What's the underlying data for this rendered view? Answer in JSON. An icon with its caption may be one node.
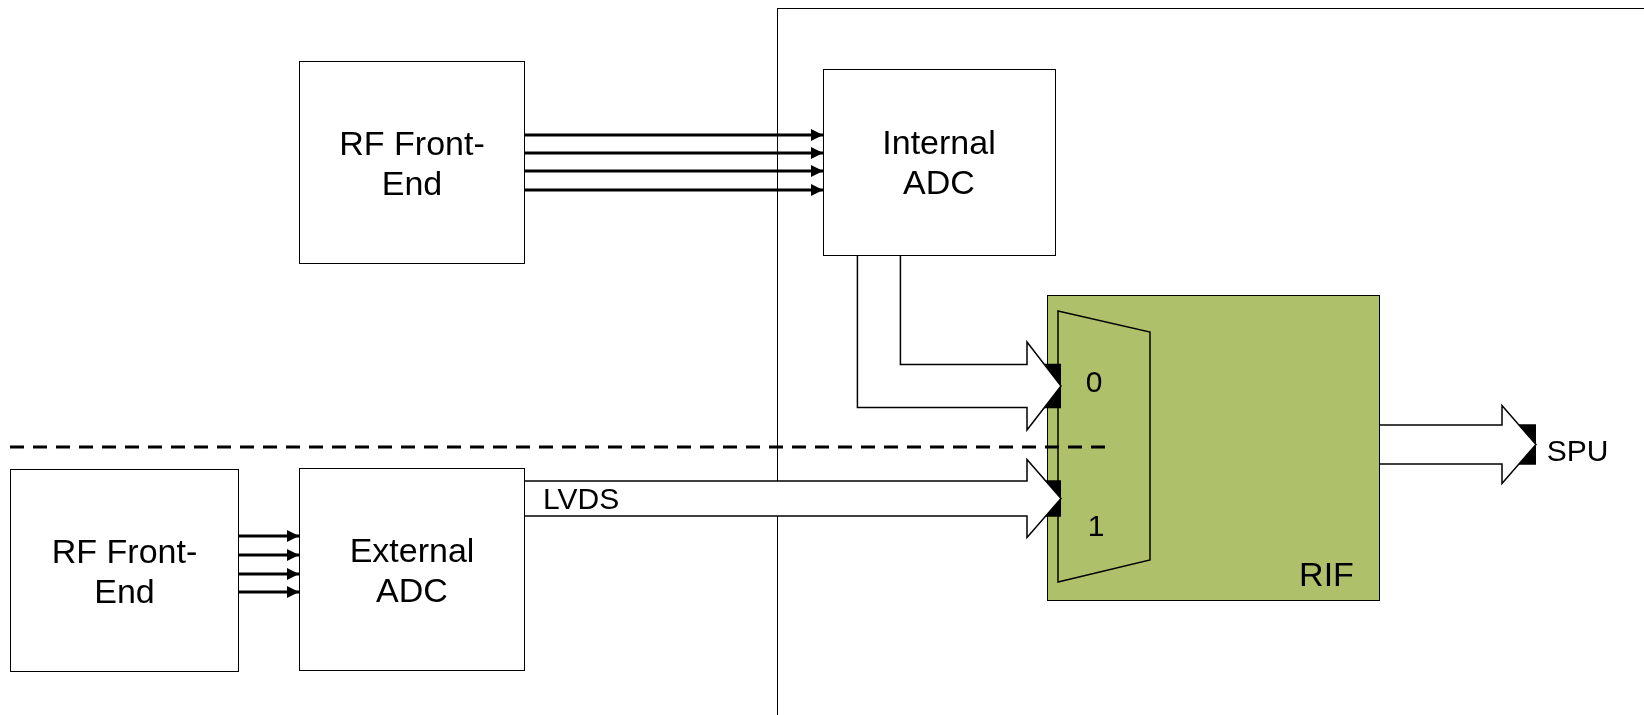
{
  "diagram": {
    "nodes": [
      {
        "text": [],
        "shape": "box"
      },
      {
        "text": [
          "RF Front-End"
        ]
      },
      {
        "text": [
          "Internal ADC"
        ],
        "in": 0
      },
      {
        "text": [
          "RIF"
        ],
        "in": 0
      },
      {
        "text": [
          "0",
          "1"
        ],
        "in": 3
      },
      {
        "text": [
          "SPU"
        ],
        "in": 0
      },
      {
        "text": [
          "RF Front-End"
        ]
      },
      {
        "text": [
          "External ADC"
        ]
      }
    ],
    "edges": [
      {
        "from": 1,
        "to": 2,
        "arrow": "to"
      },
      {
        "from": 1,
        "to": 2,
        "arrow": "to"
      },
      {
        "from": 1,
        "to": 2,
        "arrow": "to"
      },
      {
        "from": 1,
        "to": 2,
        "arrow": "to"
      },
      {
        "from": 2,
        "to": 4,
        "arrow": "to",
        "style": "thick"
      },
      {
        "from": 3,
        "to": 5,
        "arrow": "to",
        "style": "thick"
      },
      {
        "from": 6,
        "to": 7,
        "arrow": "to"
      },
      {
        "from": 6,
        "to": 7,
        "arrow": "to"
      },
      {
        "from": 6,
        "to": 7,
        "arrow": "to"
      },
      {
        "from": 6,
        "to": 7,
        "arrow": "to"
      },
      {
        "from": 7,
        "to": 4,
        "arrow": "to",
        "style": "thick",
        "label": "LVDS"
      }
    ]
  }
}
